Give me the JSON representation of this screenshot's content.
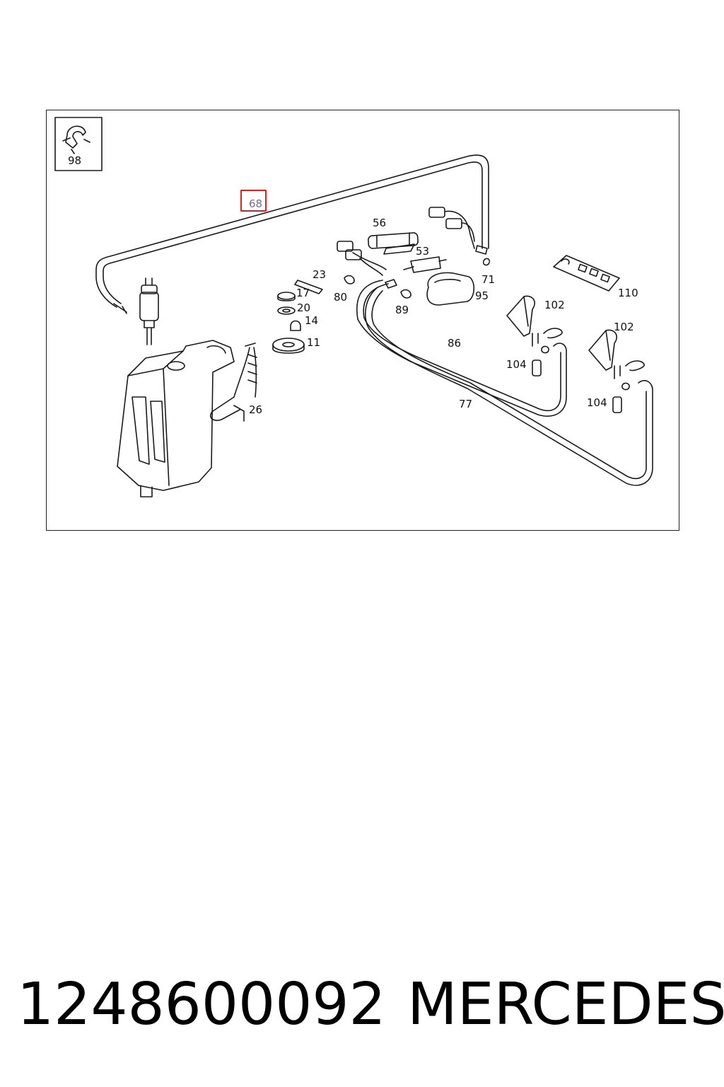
{
  "diagram": {
    "inset_label": "98",
    "highlighted_label": "68",
    "labels": {
      "l23": "23",
      "l17": "17",
      "l20": "20",
      "l14": "14",
      "l11": "11",
      "l26": "26",
      "l56": "56",
      "l53": "53",
      "l71": "71",
      "l80": "80",
      "l89": "89",
      "l95": "95",
      "l110": "110",
      "l102a": "102",
      "l102b": "102",
      "l86": "86",
      "l104a": "104",
      "l104b": "104",
      "l77": "77"
    },
    "highlight_color": "#e02020"
  },
  "footer": {
    "part_number": "1248600092",
    "brand": "MERCEDES"
  }
}
